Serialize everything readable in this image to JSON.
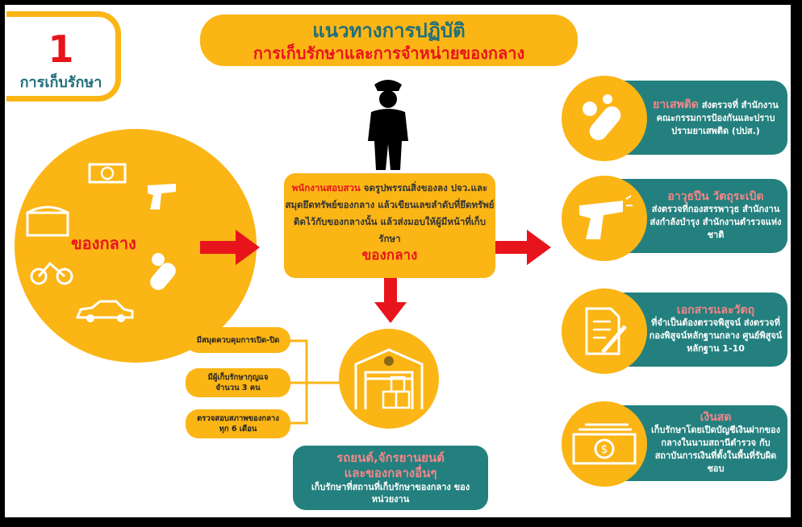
{
  "step": {
    "number": "1",
    "label": "การเก็บรักษา"
  },
  "title": {
    "main": "แนวทางการปฏิบัติ",
    "sub": "การเก็บรักษาและการจำหน่ายของกลาง"
  },
  "evidence_circle": {
    "label": "ของกลาง",
    "icons": [
      "money-icon",
      "gun-icon",
      "treasure-chest-icon",
      "motorcycle-icon",
      "pills-icon",
      "car-icon"
    ]
  },
  "procedure": {
    "actor": "พนักงานสอบสวน",
    "text": "จดรูปพรรณสิ่งของลง ปจว.และสมุดยึดทรัพย์ของกลาง แล้วเขียนเลขลำดับที่ยึดทรัพย์ติดไว้กับของกลางนั้น แล้วส่งมอบให้ผู้มีหน้าที่เก็บรักษา",
    "emphasis": "ของกลาง"
  },
  "storage_rules": [
    {
      "line1": "มีสมุดควบคุมการเปิด-ปิด",
      "line2": ""
    },
    {
      "line1": "มีผู้เก็บรักษากุญแจ",
      "line2": "จำนวน 3 คน"
    },
    {
      "line1": "ตรวจสอบสภาพของกลาง",
      "line2": "ทุก 6 เดือน"
    }
  ],
  "vehicles": {
    "h1": "รถยนต์,จักรยานยนต์",
    "h2": "และของกลางอื่นๆ",
    "text": "เก็บรักษาที่สถานที่เก็บรักษาของกลาง ของหน่วยงาน"
  },
  "categories": [
    {
      "title": "ยาเสพติด",
      "text": "ส่งตรวจที่ สำนักงานคณะกรรมการป้องกันและปราบปรามยาเสพติด (ปปส.)",
      "icon": "pills-icon"
    },
    {
      "title": "อาวุธปืน วัตถุระเบิด",
      "text": "ส่งตรวจที่กองสรรพาวุธ สำนักงานส่งกำลังบำรุง สำนักงานตำรวจแห่งชาติ",
      "icon": "gun-icon"
    },
    {
      "title": "เอกสารและวัตถุ",
      "text": "ที่จำเป็นต้องตรวจพิสูจน์ ส่งตรวจที่กองพิสูจน์หลักฐานกลาง ศูนย์พิสูจน์หลักฐาน 1-10",
      "icon": "document-icon"
    },
    {
      "title": "เงินสด",
      "text": "เก็บรักษาโดยเปิดบัญชีเงินฝากของกลางในนามสถานีตำรวจ กับสถาบันการเงินที่ตั้งในพื้นที่รับผิดชอบ",
      "icon": "money-icon"
    }
  ],
  "colors": {
    "orange": "#FBB515",
    "teal": "#23807E",
    "red": "#E8141C",
    "pink": "#F4868A"
  }
}
